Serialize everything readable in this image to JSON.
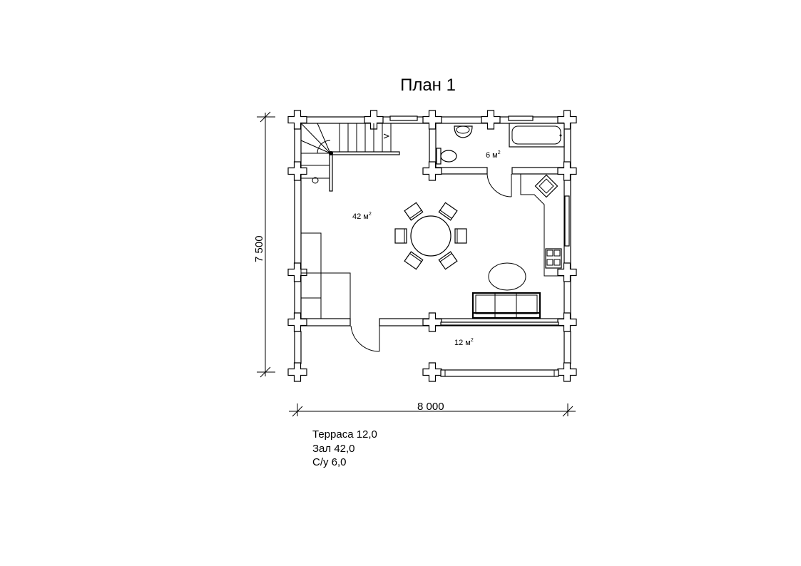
{
  "title": "План 1",
  "dimensions": {
    "height": "7 500",
    "width": "8 000"
  },
  "rooms": [
    {
      "label": "42 м",
      "sup": "2"
    },
    {
      "label": "6 м",
      "sup": "2"
    },
    {
      "label": "12 м",
      "sup": "2"
    }
  ],
  "legend": [
    "Терраса 12,0",
    "Зал 42,0",
    "С/у 6,0"
  ]
}
